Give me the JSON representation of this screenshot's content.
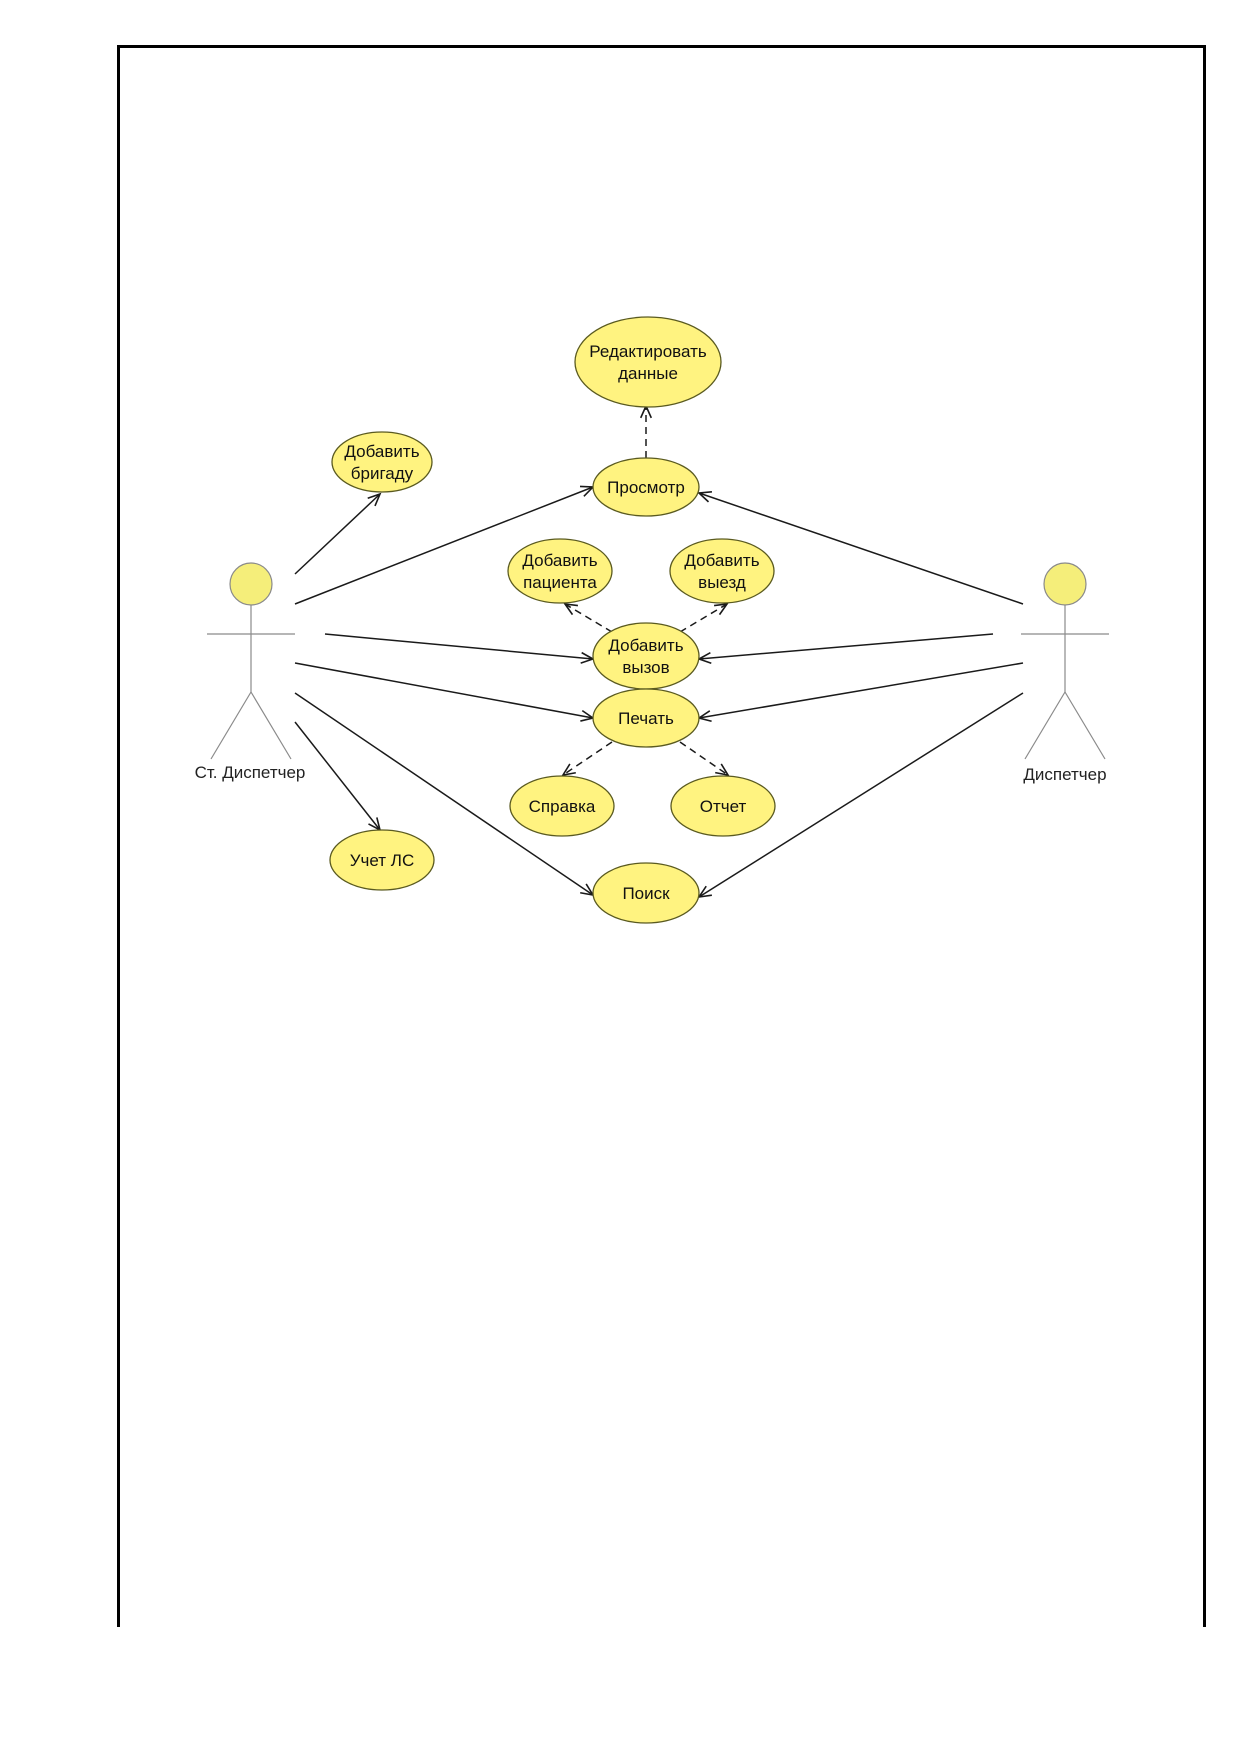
{
  "diagram": {
    "colors": {
      "usecase_fill": "#FFF380",
      "usecase_stroke": "#5A5A20",
      "actor_head_fill": "#F5EE7A",
      "actor_stroke": "#8A8A8A",
      "line": "#1A1A1A"
    },
    "actors": [
      {
        "id": "senior",
        "label": "Ст. Диспетчер"
      },
      {
        "id": "disp",
        "label": "Диспетчер"
      }
    ],
    "usecases": [
      {
        "id": "edit",
        "lines": [
          "Редактировать",
          "данные"
        ]
      },
      {
        "id": "brigade",
        "lines": [
          "Добавить",
          "бригаду"
        ]
      },
      {
        "id": "view",
        "lines": [
          "Просмотр"
        ]
      },
      {
        "id": "patient",
        "lines": [
          "Добавить",
          "пациента"
        ]
      },
      {
        "id": "trip",
        "lines": [
          "Добавить",
          "выезд"
        ]
      },
      {
        "id": "call",
        "lines": [
          "Добавить",
          "вызов"
        ]
      },
      {
        "id": "print",
        "lines": [
          "Печать"
        ]
      },
      {
        "id": "ref",
        "lines": [
          "Справка"
        ]
      },
      {
        "id": "report",
        "lines": [
          "Отчет"
        ]
      },
      {
        "id": "ls",
        "lines": [
          "Учет ЛС"
        ]
      },
      {
        "id": "search",
        "lines": [
          "Поиск"
        ]
      }
    ],
    "relations": [
      {
        "from": "senior",
        "to": "brigade",
        "style": "solid"
      },
      {
        "from": "senior",
        "to": "view",
        "style": "solid"
      },
      {
        "from": "senior",
        "to": "call",
        "style": "solid"
      },
      {
        "from": "senior",
        "to": "print",
        "style": "solid"
      },
      {
        "from": "senior",
        "to": "search",
        "style": "solid"
      },
      {
        "from": "senior",
        "to": "ls",
        "style": "solid"
      },
      {
        "from": "disp",
        "to": "view",
        "style": "solid"
      },
      {
        "from": "disp",
        "to": "call",
        "style": "solid"
      },
      {
        "from": "disp",
        "to": "print",
        "style": "solid"
      },
      {
        "from": "disp",
        "to": "search",
        "style": "solid"
      },
      {
        "from": "view",
        "to": "edit",
        "style": "dashed"
      },
      {
        "from": "call",
        "to": "patient",
        "style": "dashed"
      },
      {
        "from": "call",
        "to": "trip",
        "style": "dashed"
      },
      {
        "from": "print",
        "to": "ref",
        "style": "dashed"
      },
      {
        "from": "print",
        "to": "report",
        "style": "dashed"
      }
    ]
  }
}
